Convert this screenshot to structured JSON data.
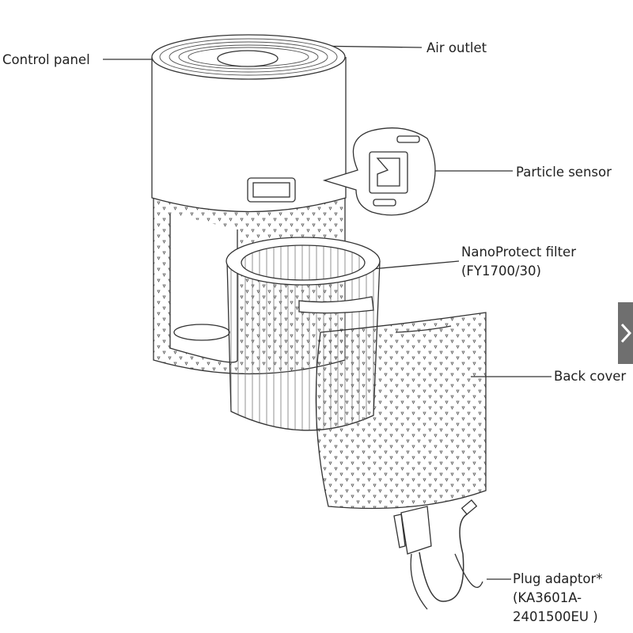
{
  "labels": {
    "control_panel": "Control panel",
    "air_outlet": "Air outlet",
    "particle_sensor": "Particle sensor",
    "filter_name": "NanoProtect filter",
    "filter_code": "(FY1700/30)",
    "back_cover": "Back cover",
    "plug_adaptor": "Plug adaptor*",
    "plug_code_1": "(KA3601A-",
    "plug_code_2": "2401500EU )"
  },
  "navigation": {
    "next_icon": "chevron-right-icon"
  },
  "colors": {
    "line": "#333333",
    "nav_bg": "#6f6f6f"
  }
}
